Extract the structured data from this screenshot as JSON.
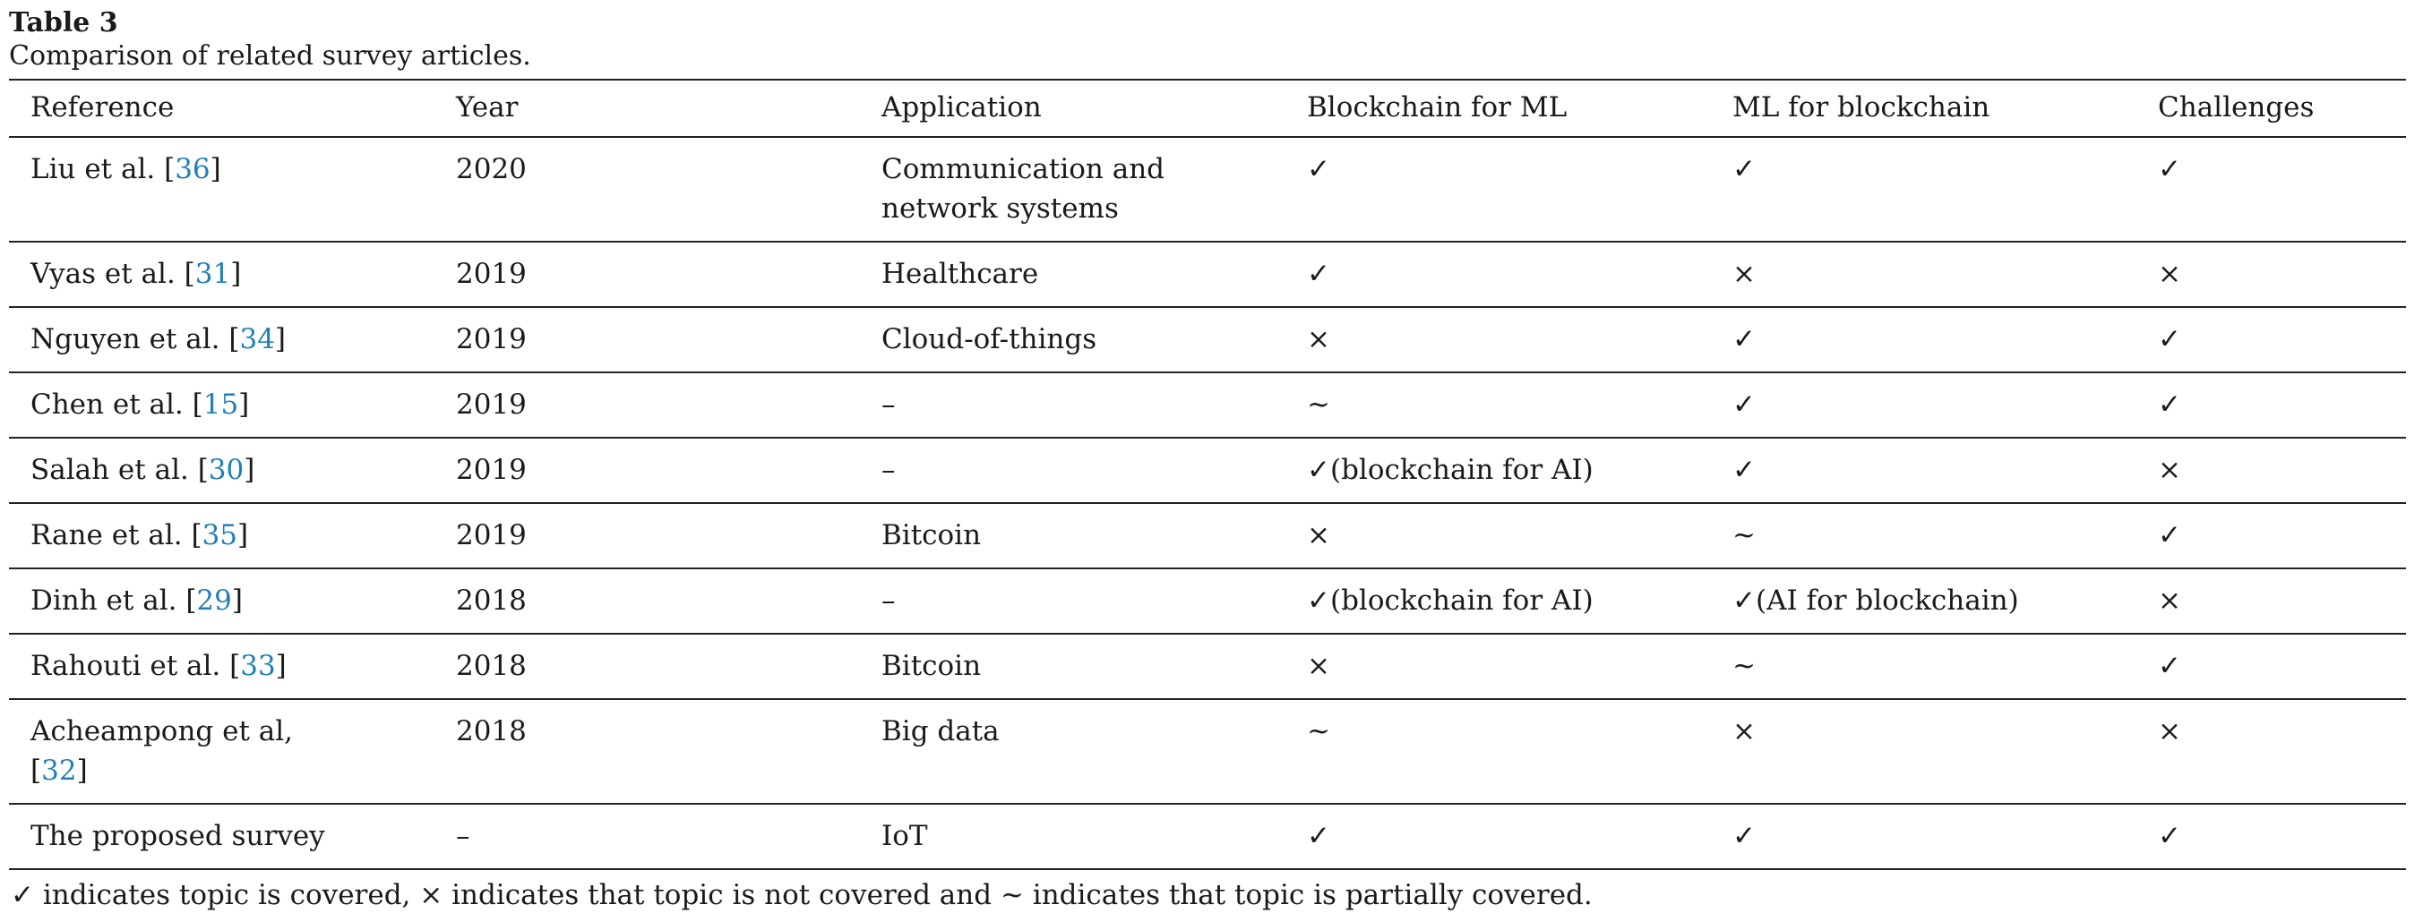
{
  "table": {
    "label": "Table 3",
    "caption": "Comparison of related survey articles.",
    "headers": [
      "Reference",
      "Year",
      "Application",
      "Blockchain for ML",
      "ML for blockchain",
      "Challenges"
    ],
    "rows": [
      {
        "ref_text": "Liu et al. [",
        "ref_cite": "36",
        "ref_close": "]",
        "year": "2020",
        "application": "Communication and network systems",
        "bml": "✓",
        "mlb": "✓",
        "challenges": "✓"
      },
      {
        "ref_text": "Vyas et al. [",
        "ref_cite": "31",
        "ref_close": "]",
        "year": "2019",
        "application": "Healthcare",
        "bml": "✓",
        "mlb": "×",
        "challenges": "×"
      },
      {
        "ref_text": "Nguyen et al. [",
        "ref_cite": "34",
        "ref_close": "]",
        "year": "2019",
        "application": "Cloud-of-things",
        "bml": "×",
        "mlb": "✓",
        "challenges": "✓"
      },
      {
        "ref_text": "Chen et al. [",
        "ref_cite": "15",
        "ref_close": "]",
        "year": "2019",
        "application": "–",
        "bml": "~",
        "mlb": "✓",
        "challenges": "✓"
      },
      {
        "ref_text": "Salah et al. [",
        "ref_cite": "30",
        "ref_close": "]",
        "year": "2019",
        "application": "–",
        "bml": "✓(blockchain for AI)",
        "mlb": "✓",
        "challenges": "×"
      },
      {
        "ref_text": "Rane et al. [",
        "ref_cite": "35",
        "ref_close": "]",
        "year": "2019",
        "application": "Bitcoin",
        "bml": "×",
        "mlb": "~",
        "challenges": "✓"
      },
      {
        "ref_text": "Dinh et al. [",
        "ref_cite": "29",
        "ref_close": "]",
        "year": "2018",
        "application": "–",
        "bml": "✓(blockchain for AI)",
        "mlb": "✓(AI for blockchain)",
        "challenges": "×"
      },
      {
        "ref_text": "Rahouti et al. [",
        "ref_cite": "33",
        "ref_close": "]",
        "year": "2018",
        "application": "Bitcoin",
        "bml": "×",
        "mlb": "~",
        "challenges": "✓"
      },
      {
        "ref_text": "Acheampong et al,",
        "ref_text2": "[",
        "ref_cite": "32",
        "ref_close": "]",
        "year": "2018",
        "application": "Big data",
        "bml": "~",
        "mlb": "×",
        "challenges": "×"
      },
      {
        "ref_text": "The proposed survey",
        "ref_cite": "",
        "ref_close": "",
        "year": "–",
        "application": "IoT",
        "bml": "✓",
        "mlb": "✓",
        "challenges": "✓"
      }
    ],
    "footnote": "✓ indicates topic is covered, × indicates that topic is not covered and ~ indicates that topic is partially covered."
  }
}
